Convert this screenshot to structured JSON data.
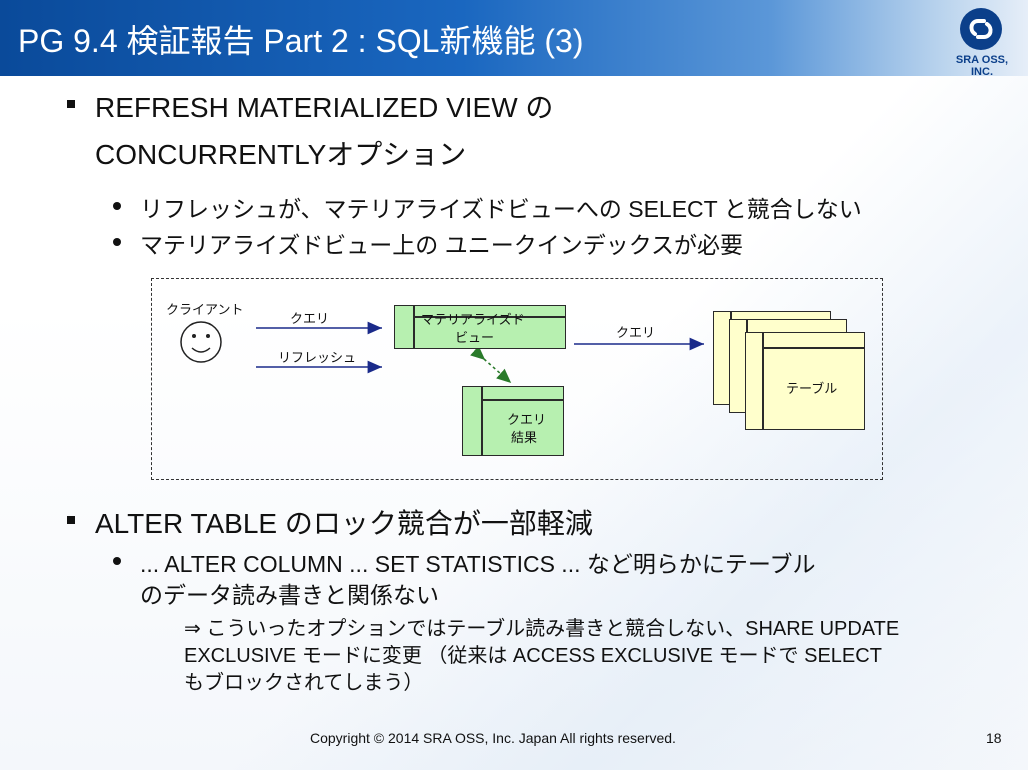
{
  "header": {
    "title": "PG 9.4 検証報告 Part 2 : SQL新機能 (3)",
    "logo_text": "SRA OSS, INC."
  },
  "content": {
    "bullet1": {
      "line1": "REFRESH MATERIALIZED VIEW の",
      "line2": "CONCURRENTLYオプション",
      "sub": [
        "リフレッシュが、マテリアライズドビューへの SELECT と競合しない",
        "マテリアライズドビュー上の ユニークインデックスが必要"
      ]
    },
    "diagram": {
      "client": "クライアント",
      "query_left": "クエリ",
      "refresh": "リフレッシュ",
      "matview_line1": "マテリアライズド",
      "matview_line2": "ビュー",
      "query_right": "クエリ",
      "result_line1": "クエリ",
      "result_line2": "結果",
      "table": "テーブル"
    },
    "bullet2": {
      "line1": "ALTER TABLE のロック競合が一部軽減",
      "sub_line1": "... ALTER COLUMN ... SET STATISTICS ... など明らかにテーブル",
      "sub_line2": "のデータ読み書きと関係ない",
      "note_line1": "⇒ こういったオプションではテーブル読み書きと競合しない、SHARE UPDATE",
      "note_line2": "EXCLUSIVE モードに変更 （従来は ACCESS EXCLUSIVE モードで SELECT",
      "note_line3": "もブロックされてしまう）"
    }
  },
  "footer": {
    "copyright": "Copyright © 2014 SRA OSS, Inc. Japan All rights reserved.",
    "page": "18"
  },
  "colors": {
    "title_bar": "#1a67c0",
    "green_box": "#b7f0b0",
    "yellow_box": "#ffffcc",
    "arrow": "#1a2a8a",
    "logo": "#0b3f8a"
  }
}
